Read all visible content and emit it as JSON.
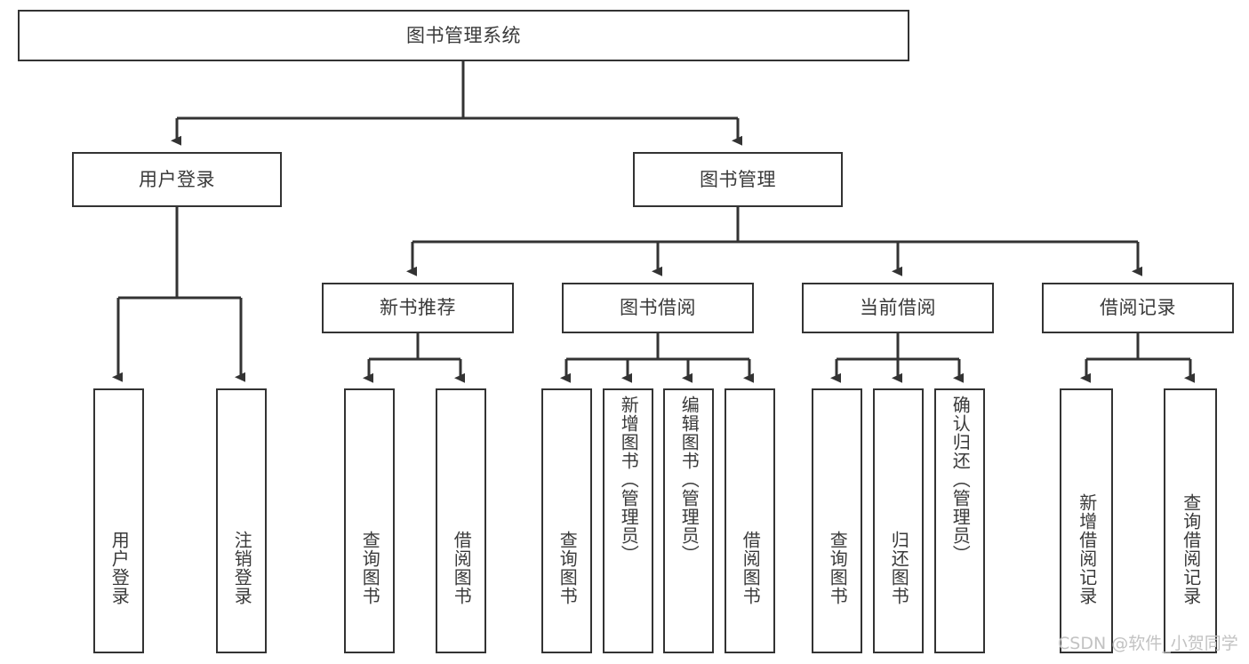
{
  "diagram": {
    "title": "图书管理系统",
    "type": "tree-hierarchy-chart",
    "colors": {
      "box_border": "#333333",
      "box_fill": "#ffffff",
      "text": "#3a3a3a",
      "connector": "#333333",
      "watermark": "#c2c2c2"
    },
    "root": {
      "label": "图书管理系统"
    },
    "level2": [
      {
        "label": "用户登录"
      },
      {
        "label": "图书管理"
      }
    ],
    "level3": [
      {
        "label": "新书推荐"
      },
      {
        "label": "图书借阅"
      },
      {
        "label": "当前借阅"
      },
      {
        "label": "借阅记录"
      }
    ],
    "leaves": {
      "user_login": [
        {
          "label": "用户登录"
        },
        {
          "label": "注销登录"
        }
      ],
      "new_book_recommend": [
        {
          "label": "查询图书"
        },
        {
          "label": "借阅图书"
        }
      ],
      "book_borrow": [
        {
          "label": "查询图书"
        },
        {
          "label": "新增图书（管理员）"
        },
        {
          "label": "编辑图书（管理员）"
        },
        {
          "label": "借阅图书"
        }
      ],
      "current_borrow": [
        {
          "label": "查询图书"
        },
        {
          "label": "归还图书"
        },
        {
          "label": "确认归还（管理员）"
        }
      ],
      "borrow_record": [
        {
          "label": "新增借阅记录"
        },
        {
          "label": "查询借阅记录"
        }
      ]
    }
  },
  "watermark": {
    "text": "CSDN @软件_小贺同学"
  }
}
